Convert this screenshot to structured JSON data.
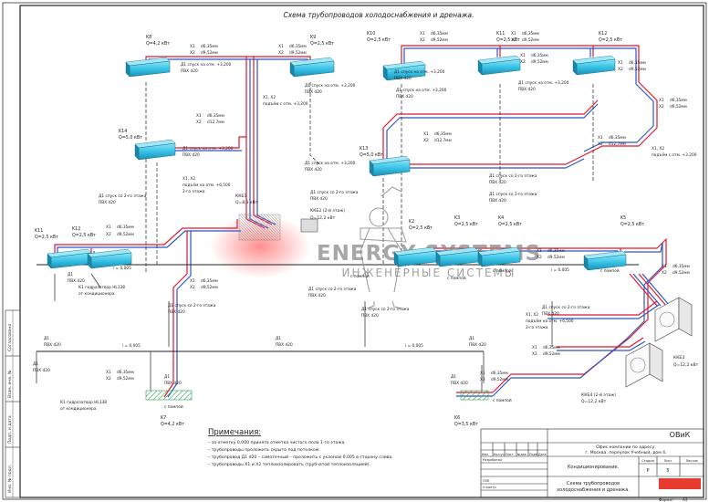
{
  "title": "Схема трубопроводов холодоснабжения и дренажа.",
  "colors": {
    "pipe_red": "#e0182d",
    "pipe_blue": "#2f55c8",
    "unit_fill": "#37c3e6",
    "drain": "#222222",
    "paper": "#ffffff",
    "watermark": "#9a9a9a"
  },
  "units": [
    {
      "name": "K8",
      "power": "Q=4,2 кВт"
    },
    {
      "name": "K9",
      "power": "Q=2,5 кВт"
    },
    {
      "name": "K10",
      "power": "Q=2,5 кВт"
    },
    {
      "name": "K11",
      "power": "Q=2,5 кВт"
    },
    {
      "name": "K12",
      "power": "Q=2,5 кВт"
    },
    {
      "name": "K14",
      "power": "Q=5,0 кВт"
    },
    {
      "name": "K13",
      "power": "Q=5,0 кВт"
    },
    {
      "name": "K11",
      "power": "Q=2,5 кВт"
    },
    {
      "name": "K12",
      "power": "Q=2,5 кВт"
    },
    {
      "name": "K2",
      "power": "Q=2,5 кВт"
    },
    {
      "name": "K3",
      "power": "Q=2,5 кВт"
    },
    {
      "name": "K4",
      "power": "Q=2,5 кВт"
    },
    {
      "name": "K5",
      "power": "Q=2,5 кВт"
    },
    {
      "name": "K7",
      "power": "Q=4,2 кВт"
    },
    {
      "name": "K6",
      "power": "Q=3,5 кВт"
    }
  ],
  "labels": {
    "x1": "X1",
    "x2": "X2",
    "x1x2": "X1, X2",
    "d635": "d6,35мм",
    "d952": "d9,52мм",
    "d127": "d12,7мм",
    "d1": "Д1",
    "pvh": "ПВХ d20",
    "drop_3200": "Д1 спуск на отм. +3,200",
    "rise_3200": "подъём с отм. +3,200",
    "drop_2floor": "Д1 спуск со 2-го этажа",
    "rise_6500": "подъём на отм. +6,500",
    "floor2": "2-го этажа",
    "kkb1": "ККБ1",
    "kkb1_q": "Q=8,3 кВт",
    "kkb2": "ККБ2 (2-й этаж)",
    "kkb2_q": "Q=12,2 кВт",
    "kkb3": "ККБ3",
    "kkb3_q": "Q=12,2 кВт",
    "kkb4": "ККБ4 (2-й этаж)",
    "kkb4_q": "Q=12,2 кВт",
    "slope": "i = 0,005",
    "pump": "с помпой",
    "hydro": "К1 гидрозатвор HL138",
    "hydro_from": "от кондиционера"
  },
  "watermark": {
    "line1": "ENERGY SYSTEMS",
    "line2": "ИНЖЕНЕРНЫЕ СИСТЕМЫ"
  },
  "notes": {
    "heading": "Примечания:",
    "lines": [
      "– за отметку 0,000 принята отметка чистого пола 1-го этажа.",
      "– трубопроводы проложить скрыто под потолком.",
      "– трубопровод Д1 d20 – самотечный – проложить с уклоном 0,005 в сторону слива.",
      "– трубопроводы X1 и X2 теплоизолировать (трубчатой теплоизоляцией)."
    ]
  },
  "stamp": {
    "code": "ОВиК",
    "address": "Офис компании          по адресу:",
    "address2": "г. Москва, переулок Учебный, дом 4.",
    "section": "Кондиционирование.",
    "sheet_title1": "Схема трубопроводов",
    "sheet_title2": "холодоснабжения и дренажа.",
    "stage_h": "Стадия",
    "sheet_h": "Лист",
    "sheets_h": "Листов",
    "stage": "Р",
    "sheet": "5",
    "h_izm": "Изм",
    "h_kol": "Кол.уч",
    "h_list": "Лист",
    "h_ndok": "№док",
    "h_podp": "Подп",
    "h_data": "Дата",
    "razrab": "Разработал",
    "gip": "ГИП",
    "nkontr": "Н.контр",
    "format_label": "Формат",
    "format": "A3"
  },
  "side": {
    "inv_podl": "Инв. № подл.",
    "podp_data": "Подп. и дата",
    "vzam": "Взам. инв. №",
    "sogl": "Согласовано"
  }
}
